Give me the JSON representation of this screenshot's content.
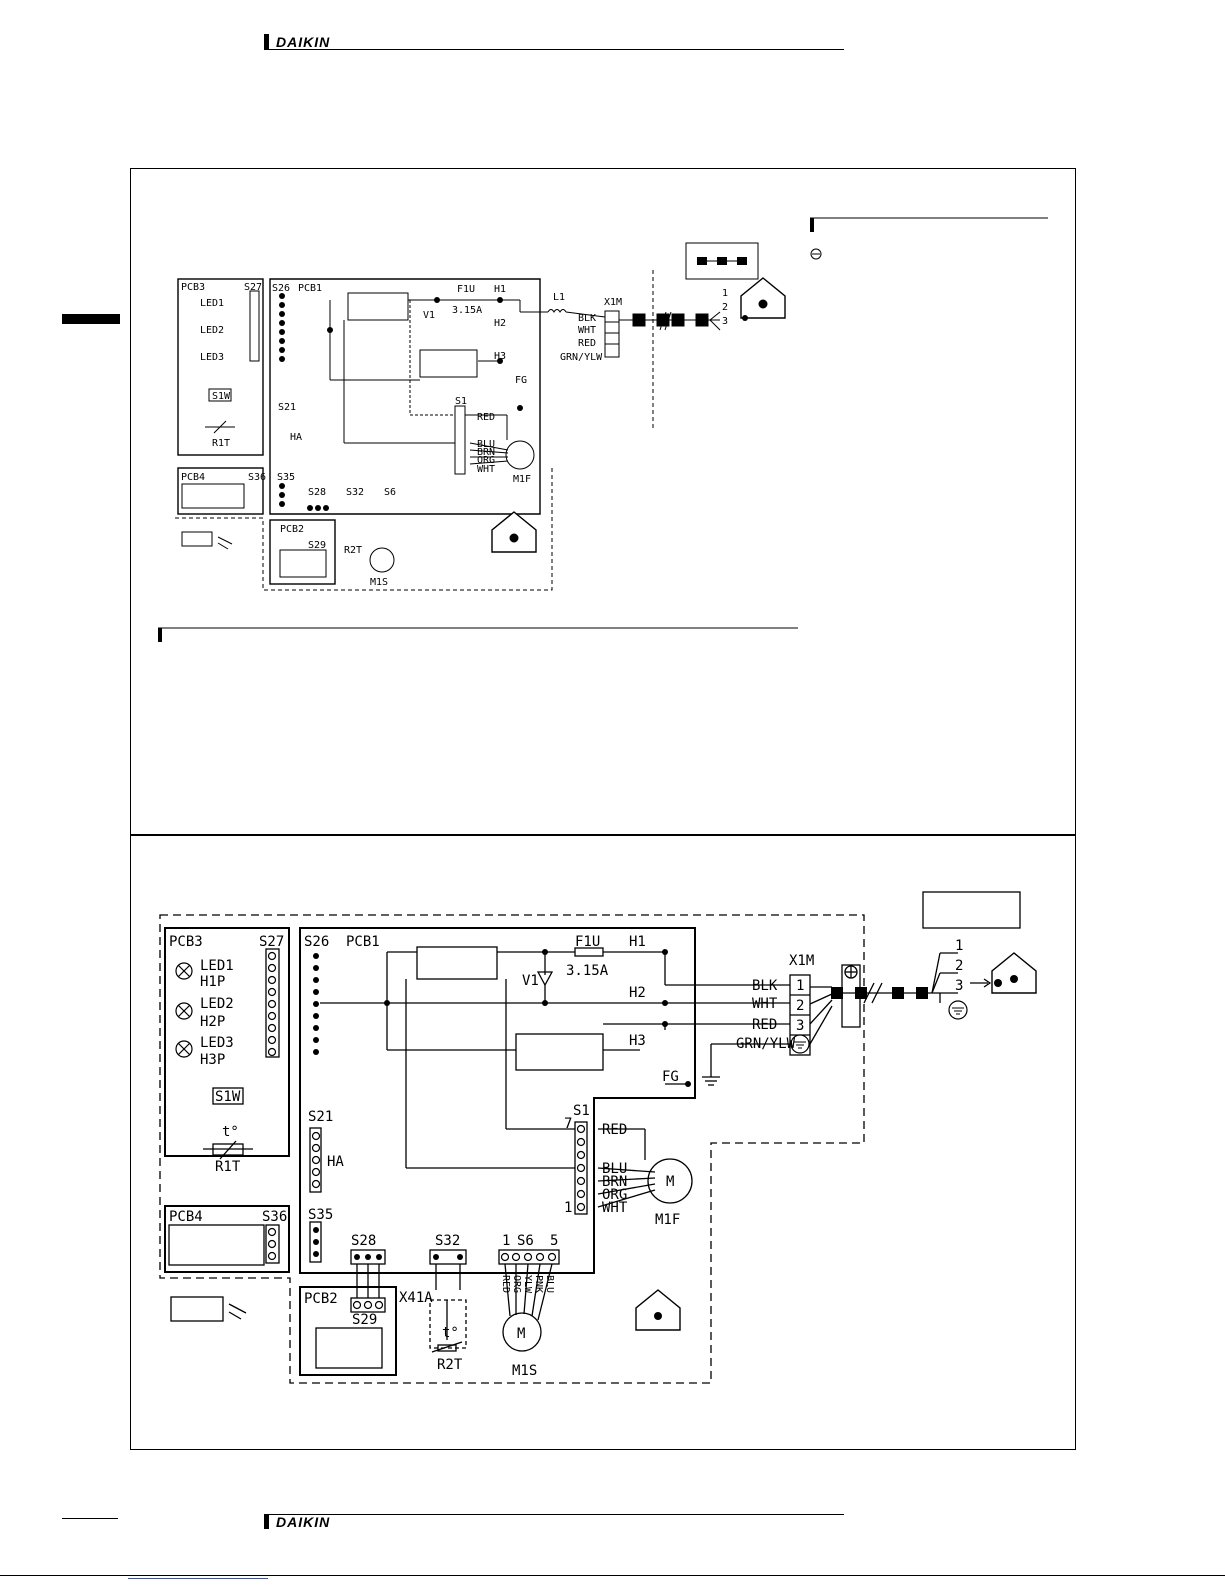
{
  "brand": "DAIKIN",
  "diagram": {
    "pcb_labels": [
      "PCB1",
      "PCB2",
      "PCB3",
      "PCB4"
    ],
    "connectors": [
      "S26",
      "S27",
      "S21",
      "S35",
      "S36",
      "S28",
      "S29",
      "S32",
      "S6",
      "S1"
    ],
    "leds": [
      {
        "led": "LED1",
        "code": "H1P"
      },
      {
        "led": "LED2",
        "code": "H2P"
      },
      {
        "led": "LED3",
        "code": "H3P"
      }
    ],
    "switch": "S1W",
    "thermistor_room": "R1T",
    "thermistor_coil": "R2T",
    "coil_connector": "X41A",
    "terminals": [
      "H1",
      "H2",
      "H3",
      "FG"
    ],
    "fuse": "F1U",
    "fuse_rating": "3.15A",
    "varistor": "V1",
    "coil": "L1",
    "terminal_strip": "X1M",
    "wires": [
      "BLK",
      "WHT",
      "RED",
      "GRN/YLW"
    ],
    "fan_wires": [
      "RED",
      "BLU",
      "BRN",
      "ORG",
      "WHT"
    ],
    "swing_wires": [
      "RED",
      "ORG",
      "YLW",
      "PNK",
      "BLU"
    ],
    "s1_pins": [
      "7",
      "1"
    ],
    "s6_pins": [
      "1",
      "5"
    ],
    "fan_motor": "M1F",
    "swing_motor": "M1S",
    "motor_symbol": "M",
    "ha_label": "HA",
    "strip_numbers": [
      "1",
      "2",
      "3"
    ],
    "thermo_symbol": "t°"
  }
}
